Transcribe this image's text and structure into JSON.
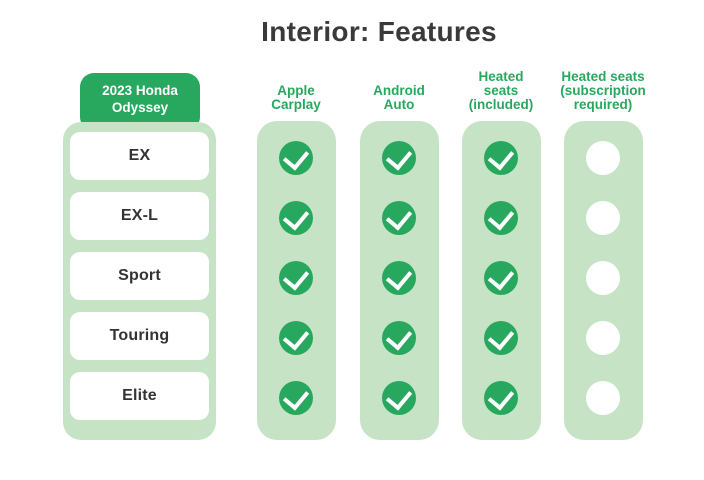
{
  "title": "Interior: Features",
  "colors": {
    "green": "#28A85E",
    "light_green": "#C6E4C5",
    "text_dark": "#3A3A3A",
    "card_white": "#FFFFFF"
  },
  "table": {
    "vehicle_header": "2023 Honda\nOdyssey",
    "trims": [
      "EX",
      "EX-L",
      "Sport",
      "Touring",
      "Elite"
    ],
    "feature_columns": [
      {
        "label": "Apple\nCarplay",
        "included": [
          true,
          true,
          true,
          true,
          true
        ]
      },
      {
        "label": "Android\nAuto",
        "included": [
          true,
          true,
          true,
          true,
          true
        ]
      },
      {
        "label": "Heated\nseats\n(included)",
        "included": [
          true,
          true,
          true,
          true,
          true
        ]
      },
      {
        "label": "Heated seats\n(subscription\nrequired)",
        "included": [
          false,
          false,
          false,
          false,
          false
        ]
      }
    ]
  },
  "chart_data": {
    "type": "table",
    "title": "Interior: Features",
    "row_header_title": "2023 Honda Odyssey",
    "rows": [
      "EX",
      "EX-L",
      "Sport",
      "Touring",
      "Elite"
    ],
    "columns": [
      "Apple Carplay",
      "Android Auto",
      "Heated seats (included)",
      "Heated seats (subscription required)"
    ],
    "values": [
      [
        1,
        1,
        1,
        0
      ],
      [
        1,
        1,
        1,
        0
      ],
      [
        1,
        1,
        1,
        0
      ],
      [
        1,
        1,
        1,
        0
      ],
      [
        1,
        1,
        1,
        0
      ]
    ],
    "value_legend": {
      "1": "green circle with white checkmark (feature included)",
      "0": "empty white circle (feature not available)"
    },
    "layout": "rows are trim levels on the left in a light-green column; features are four light-green vertical columns with one marker per trim row"
  }
}
